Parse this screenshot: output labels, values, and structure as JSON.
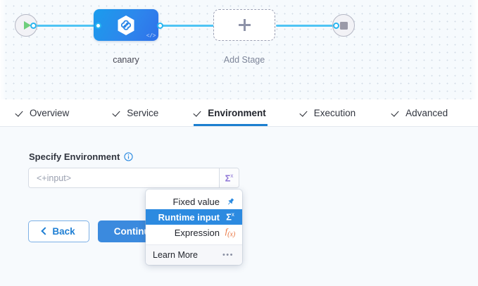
{
  "canvas": {
    "start_node": {
      "icon": "play-icon",
      "name": "pipeline-start"
    },
    "end_node": {
      "icon": "stop-icon",
      "name": "pipeline-end"
    },
    "stage": {
      "label": "canary",
      "icon": "hexagon-link-icon",
      "badge": "</>"
    },
    "add_stage": {
      "label": "Add Stage",
      "icon": "plus-icon"
    }
  },
  "tabs": [
    {
      "label": "Overview",
      "checked": true,
      "active": false
    },
    {
      "label": "Service",
      "checked": true,
      "active": false
    },
    {
      "label": "Environment",
      "checked": true,
      "active": true
    },
    {
      "label": "Execution",
      "checked": true,
      "active": false
    },
    {
      "label": "Advanced",
      "checked": true,
      "active": false
    }
  ],
  "form": {
    "field_label": "Specify Environment",
    "info_icon": "info-icon",
    "input_value": "<+input>",
    "input_placeholder": "<+input>",
    "sigma_icon": "sigma-x-icon",
    "back_label": "Back",
    "continue_label": "Continue"
  },
  "dropdown": {
    "items": [
      {
        "label": "Fixed value",
        "icon": "pin-icon",
        "selected": false
      },
      {
        "label": "Runtime input",
        "icon": "sigma-x-icon",
        "selected": true
      },
      {
        "label": "Expression",
        "icon": "fx-icon",
        "selected": false
      }
    ],
    "footer": {
      "label": "Learn More",
      "icon": "more-dots-icon",
      "dots": "•••"
    }
  },
  "colors": {
    "accent_blue": "#2c8ae0",
    "link_blue": "#4fc4f4",
    "purple": "#8f76d6",
    "orange": "#e8703a",
    "green": "#6fce7c",
    "canvas_bg": "#f6fafd",
    "panel_bg": "#f7fafd"
  }
}
